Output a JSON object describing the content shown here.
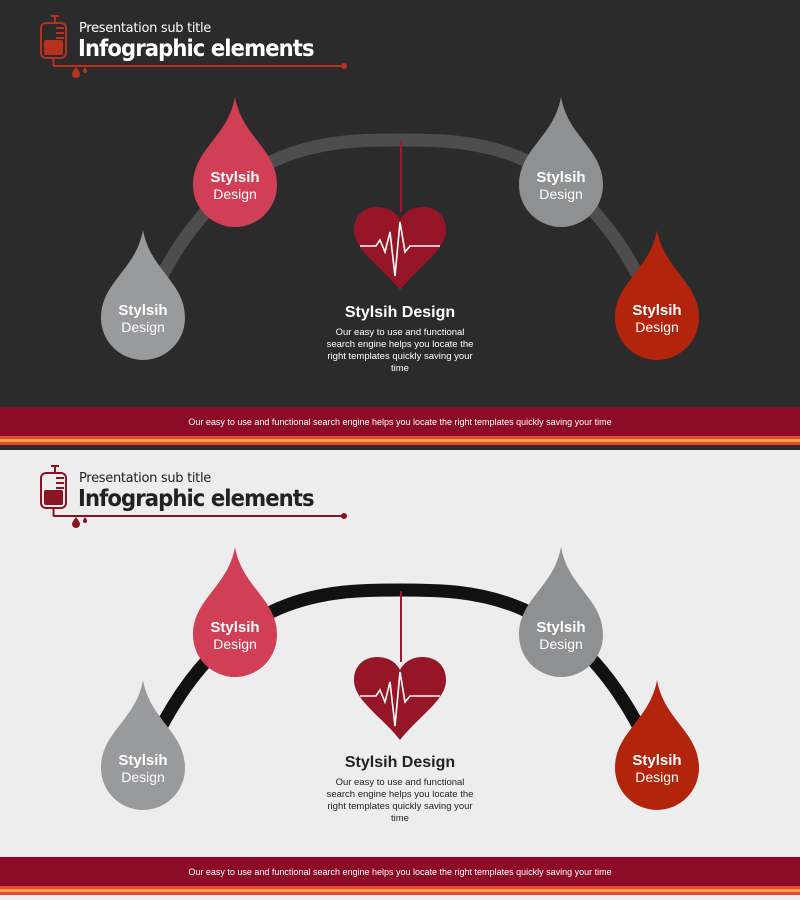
{
  "panels": [
    {
      "theme": "dark",
      "subtitle": "Presentation sub title",
      "title": "Infographic elements",
      "drops": [
        {
          "line1": "Stylsih",
          "line2": "Design",
          "color": "#999a9c"
        },
        {
          "line1": "Stylsih",
          "line2": "Design",
          "color": "#d03f55"
        },
        {
          "line1": "Stylsih",
          "line2": "Design",
          "color": "#8f9092"
        },
        {
          "line1": "Stylsih",
          "line2": "Design",
          "color": "#b3240d"
        }
      ],
      "center": {
        "title": "Stylsih Design",
        "description": "Our easy to use and functional search engine helps you locate the right templates quickly saving your time"
      },
      "banner_text": "Our easy to use and functional search engine helps you locate the right templates quickly saving your time",
      "colors": {
        "background": "#2b2b2b",
        "arc": "#4d4d4d",
        "heart": "#961526",
        "banner": "#8c0c25"
      }
    },
    {
      "theme": "light",
      "subtitle": "Presentation sub title",
      "title": "Infographic elements",
      "drops": [
        {
          "line1": "Stylsih",
          "line2": "Design",
          "color": "#999a9c"
        },
        {
          "line1": "Stylsih",
          "line2": "Design",
          "color": "#d03f55"
        },
        {
          "line1": "Stylsih",
          "line2": "Design",
          "color": "#8f9092"
        },
        {
          "line1": "Stylsih",
          "line2": "Design",
          "color": "#b3240d"
        }
      ],
      "center": {
        "title": "Stylsih Design",
        "description": "Our easy to use and functional search engine helps you locate the right templates quickly saving your time"
      },
      "banner_text": "Our easy to use and functional search engine helps you locate the right templates quickly saving your time",
      "colors": {
        "background": "#ededee",
        "arc": "#111111",
        "heart": "#961526",
        "banner": "#8c0c25"
      }
    }
  ]
}
